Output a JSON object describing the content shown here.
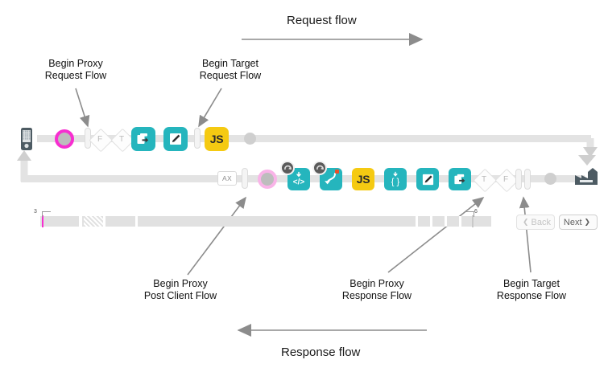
{
  "diagram": {
    "request_flow_label": "Request flow",
    "response_flow_label": "Response flow"
  },
  "callouts": [
    {
      "id": "begin-proxy-request-flow",
      "line1": "Begin Proxy",
      "line2": "Request Flow"
    },
    {
      "id": "begin-target-request-flow",
      "line1": "Begin Target",
      "line2": "Request Flow"
    },
    {
      "id": "begin-proxy-post-client-flow",
      "line1": "Begin Proxy",
      "line2": "Post Client Flow"
    },
    {
      "id": "begin-proxy-response-flow",
      "line1": "Begin Proxy",
      "line2": "Response Flow"
    },
    {
      "id": "begin-target-response-flow",
      "line1": "Begin Target",
      "line2": "Response Flow"
    }
  ],
  "request_row": {
    "client_icon": "mobile-phone-icon",
    "nodes": [
      {
        "type": "ring",
        "variant": "magenta",
        "name": "request-start-marker"
      },
      {
        "type": "capsule",
        "name": "flow-boundary-marker"
      },
      {
        "type": "diamond",
        "label": "F",
        "name": "condition-gate-f"
      },
      {
        "type": "diamond",
        "label": "T",
        "name": "condition-gate-t"
      },
      {
        "type": "square",
        "color": "teal",
        "icon": "share-policy-icon",
        "name": "policy-share"
      },
      {
        "type": "square",
        "color": "teal",
        "icon": "pencil-policy-icon",
        "name": "policy-assign-message"
      },
      {
        "type": "capsule",
        "name": "flow-boundary-marker"
      },
      {
        "type": "square",
        "color": "yellow",
        "icon": "js-policy-icon",
        "label": "JS",
        "name": "policy-javascript"
      },
      {
        "type": "dot",
        "name": "flow-endpoint-dot"
      }
    ]
  },
  "response_row": {
    "target_icon": "target-server-icon",
    "nodes": [
      {
        "type": "axbox",
        "label": "AX",
        "name": "analytics-marker"
      },
      {
        "type": "capsule",
        "name": "flow-boundary-marker"
      },
      {
        "type": "ring",
        "variant": "pink-light",
        "name": "post-client-start-marker"
      },
      {
        "type": "square",
        "color": "teal",
        "icon": "code-policy-icon",
        "badge": "revert-arrow-badge",
        "name": "policy-xml-to-json"
      },
      {
        "type": "square",
        "color": "teal",
        "icon": "route-policy-icon",
        "badge": "revert-arrow-badge",
        "dot": "red",
        "name": "policy-route-rule"
      },
      {
        "type": "square",
        "color": "yellow",
        "label": "JS",
        "name": "policy-javascript"
      },
      {
        "type": "square",
        "color": "teal",
        "icon": "braces-policy-icon",
        "name": "policy-json"
      },
      {
        "type": "square",
        "color": "teal",
        "icon": "pencil-policy-icon",
        "name": "policy-assign-message"
      },
      {
        "type": "square",
        "color": "teal",
        "icon": "share-policy-icon",
        "name": "policy-share"
      },
      {
        "type": "diamond",
        "label": "T",
        "name": "condition-gate-t"
      },
      {
        "type": "diamond",
        "label": "F",
        "name": "condition-gate-f"
      },
      {
        "type": "capsule",
        "name": "flow-boundary-marker"
      },
      {
        "type": "capsule",
        "name": "flow-boundary-marker"
      },
      {
        "type": "dot",
        "name": "flow-endpoint-dot"
      }
    ]
  },
  "timeline": {
    "left_tick_label": "3",
    "right_tick_label": "6"
  },
  "pager": {
    "back_label": "Back",
    "back_disabled": true,
    "next_label": "Next",
    "back_chevron": "❮",
    "next_chevron": "❯"
  },
  "colors": {
    "teal": "#25b5bd",
    "yellow": "#f5ca12",
    "magenta": "#f72ed0",
    "pink_light": "#f9b4e8",
    "rail": "#e3e3e3",
    "arrow": "#8c8c8c",
    "dark_slate": "#4d5b63"
  }
}
